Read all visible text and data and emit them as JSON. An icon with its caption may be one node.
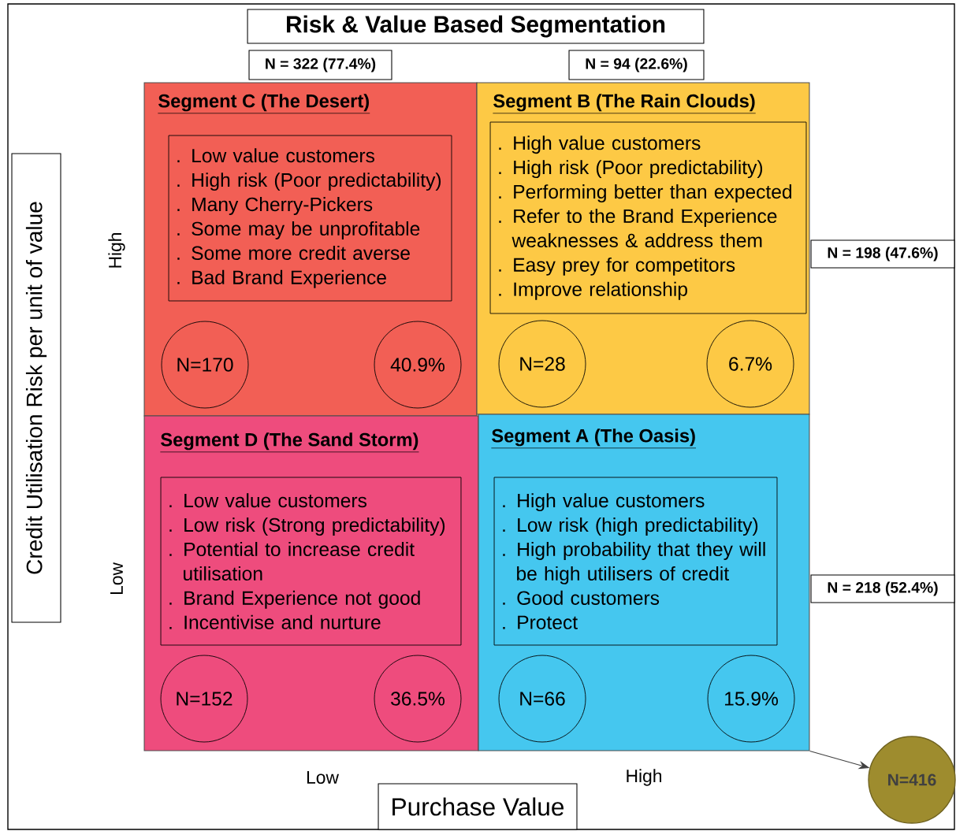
{
  "diagram": {
    "title": "Risk & Value Based Segmentation",
    "nodes": [
      {
        "text": [
          "N = 322 (77.4%)"
        ]
      },
      {
        "text": [
          "N = 94 (22.6%)"
        ]
      },
      {
        "text": [
          "Credit Utilisation Risk per unit of value"
        ]
      },
      {
        "text": [
          "Segment C (The Desert)"
        ]
      },
      {
        "text": [
          ". Low value customers",
          ". High risk (Poor predictability)",
          ". Many Cherry-Pickers",
          ". Some may be unprofitable",
          ". Some more credit averse",
          ". Bad Brand Experience"
        ],
        "in": 3
      },
      {
        "text": [
          "N=170"
        ],
        "in": 3
      },
      {
        "text": [
          "40.9%"
        ],
        "in": 3
      },
      {
        "text": [
          "Segment B (The Rain Clouds)"
        ]
      },
      {
        "text": [
          ". High value customers",
          ". High risk (Poor predictability)",
          ". Performing better than expected",
          ". Refer to the Brand Experience weaknesses & address them",
          ". Easy prey for competitors",
          ". Improve relationship"
        ],
        "in": 7
      },
      {
        "text": [
          "N=28"
        ],
        "in": 7
      },
      {
        "text": [
          "6.7%"
        ],
        "in": 7
      },
      {
        "text": [
          "N = 198 (47.6%)"
        ]
      },
      {
        "text": [
          "Segment D (The Sand Storm)"
        ]
      },
      {
        "text": [
          ". Low value customers",
          ". Low risk (Strong predictability)",
          ". Potential to increase credit utilisation",
          ". Brand Experience not good",
          ". Incentivise and nurture"
        ],
        "in": 12
      },
      {
        "text": [
          "N=152"
        ],
        "in": 12
      },
      {
        "text": [
          "36.5%"
        ],
        "in": 12
      },
      {
        "text": [
          "Segment A (The Oasis)"
        ]
      },
      {
        "text": [
          ". High value customers",
          ". Low risk (high predictability)",
          ". High probability that they will be high utilisers of credit",
          ". Good customers",
          ". Protect"
        ],
        "in": 16
      },
      {
        "text": [
          "N=66"
        ],
        "in": 16
      },
      {
        "text": [
          "15.9%"
        ],
        "in": 16
      },
      {
        "text": [
          "N = 218 (52.4%)"
        ]
      },
      {
        "text": [
          "Purchase Value"
        ]
      },
      {
        "text": [
          "N=416"
        ]
      }
    ],
    "edges": [
      {
        "from": 16,
        "to": 22,
        "arrow": "to"
      }
    ],
    "labels": [
      "High",
      "Low",
      "Low",
      "High"
    ]
  }
}
